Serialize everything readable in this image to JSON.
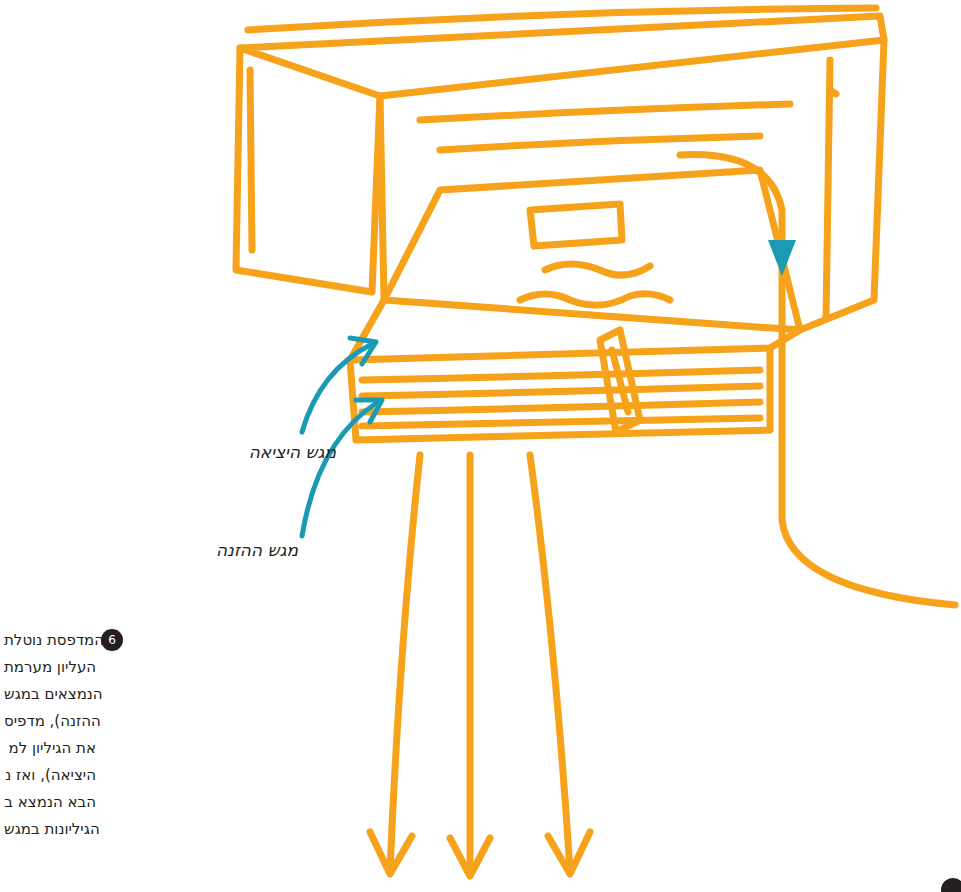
{
  "diagram": {
    "labels": [
      "מגש היציאה",
      "מגש ההזנה",
      "6",
      "המדפסת נוטלת",
      "העליון מערמת",
      "הנמצאים במגש",
      "ההזנה), מדפיס",
      "את הגיליון למ",
      "היציאה), ואז נ",
      "הבא הנמצא ב",
      "הגיליונות במגש"
    ]
  }
}
